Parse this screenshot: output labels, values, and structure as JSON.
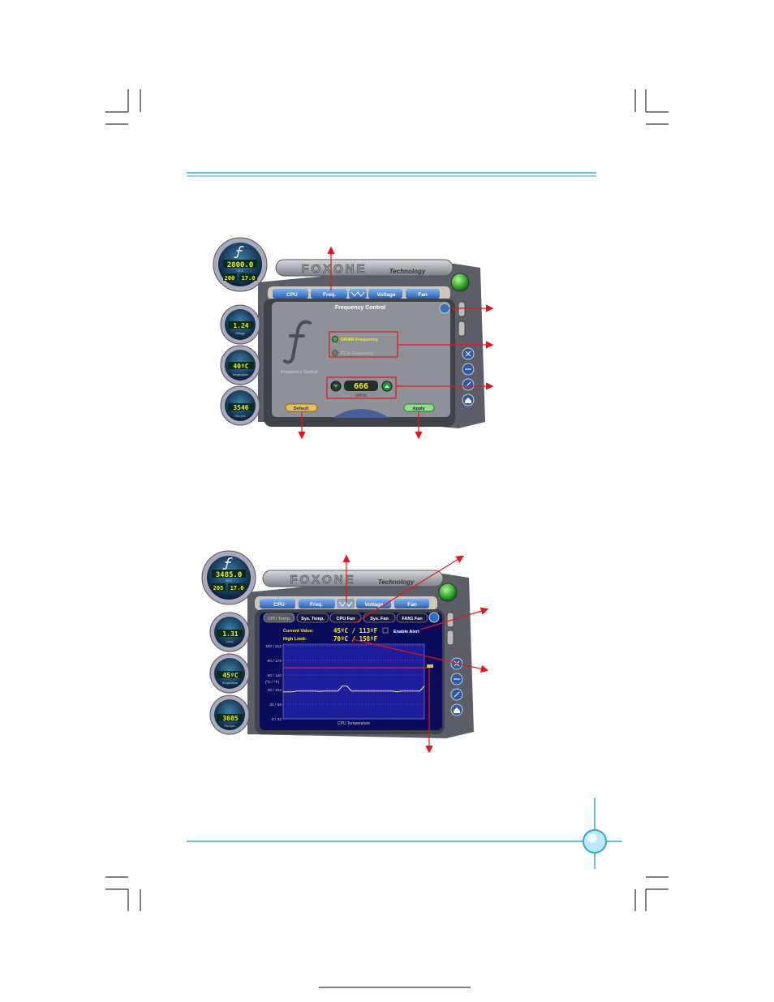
{
  "colors": {
    "rule": "#2aa8d8",
    "arrow": "#e8141c",
    "lcd": "#f4f01a",
    "panel": "#0c0c5c"
  },
  "shot1": {
    "brand": "FOXONE",
    "brand_sub": "Technology",
    "tabs": [
      "CPU",
      "Freq.",
      "",
      "Voltage",
      "Fan"
    ],
    "gauges": {
      "cpu_mhz": "2800.0",
      "mhz_label": "MHz",
      "fsb": "200",
      "ratio": "17.0",
      "voltage": "1.24",
      "voltage_label": "Voltage",
      "temp": "40ºC",
      "temp_label": "Temperature",
      "fan": "3546",
      "fan_label": "Fan rpm"
    },
    "panel_title": "Frequency Control",
    "logo_caption": "Frequency Control",
    "options": [
      {
        "label": "DRAM Frequency",
        "selected": true
      },
      {
        "label": "PCIe Frequency",
        "selected": false
      }
    ],
    "value": "666",
    "unit": "(MHz)",
    "default_label": "Default",
    "apply_label": "Apply"
  },
  "shot2": {
    "brand": "FOXONE",
    "brand_sub": "Technology",
    "tabs": [
      "CPU",
      "Freq.",
      "",
      "Voltage",
      "Fan"
    ],
    "gauges": {
      "cpu_mhz": "3485.0",
      "mhz_label": "MHz",
      "fsb": "205",
      "ratio": "17.0",
      "voltage": "1.31",
      "voltage_label": "Vcore",
      "temp": "45ºC",
      "temp_label": "Temperature",
      "fan": "3685",
      "fan_label": "Fan rpm"
    },
    "subtabs": [
      "CPU Temp.",
      "Sys. Temp.",
      "CPU Fan",
      "Sys. Fan",
      "FAN1 Fan"
    ],
    "current_label": "Current Value:",
    "current_value": "45ºC / 113ºF",
    "limit_label": "High Limit:",
    "limit_value": "70ºC / 158ºF",
    "alert_label": "Enable Alert",
    "alert_checked": false
  },
  "chart_data": {
    "type": "line",
    "title": "CPU Temperature",
    "ylabel": "(ºC / ºF)",
    "yticks": [
      "100 / 212",
      "80 / 176",
      "60 / 140",
      "40 / 104",
      "20 / 68",
      "0 / 32"
    ],
    "ylim": [
      0,
      100
    ],
    "high_limit": 70,
    "series": [
      {
        "name": "CPU Temperature",
        "values": [
          37,
          37,
          37,
          38,
          38,
          38,
          38,
          38,
          37.5,
          38,
          38,
          38,
          38,
          45,
          45,
          38,
          38,
          38,
          38,
          38,
          38,
          38,
          38,
          38,
          38,
          37,
          38,
          38,
          38,
          38,
          38,
          45
        ]
      }
    ]
  }
}
